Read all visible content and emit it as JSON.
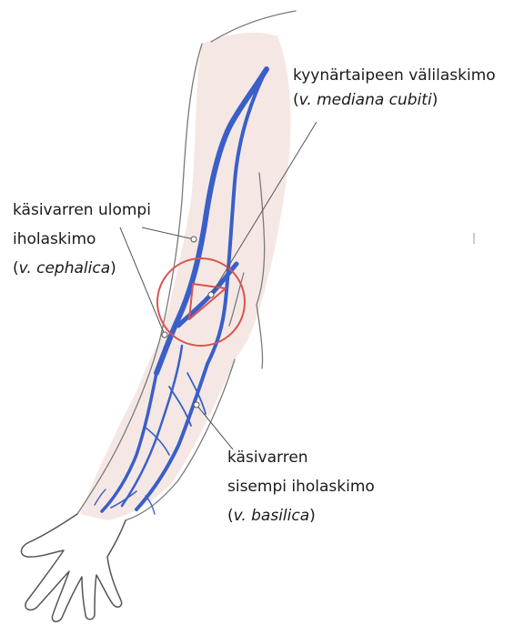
{
  "labels": {
    "median": {
      "line1": "kyynärtaipeen välilaskimo",
      "paren_open": "(",
      "latin": "v. mediana cubiti",
      "paren_close": ")"
    },
    "cephalic": {
      "line1": "käsivarren ulompi",
      "line2": "iholaskimo",
      "paren_open": "(",
      "latin": "v. cephalica",
      "paren_close": ")"
    },
    "basilic": {
      "line1": "käsivarren",
      "line2": "sisempi iholaskimo",
      "paren_open": "(",
      "latin": "v. basilica",
      "paren_close": ")"
    }
  },
  "colors": {
    "vein": "#3a5fc8",
    "skin_shade": "#f5e8e4",
    "outline": "#7a7a7a",
    "highlight_circle": "#d9534f",
    "leader": "#555555"
  },
  "icons": {
    "highlight": "circle-marker",
    "needle": "triangle-marker"
  }
}
